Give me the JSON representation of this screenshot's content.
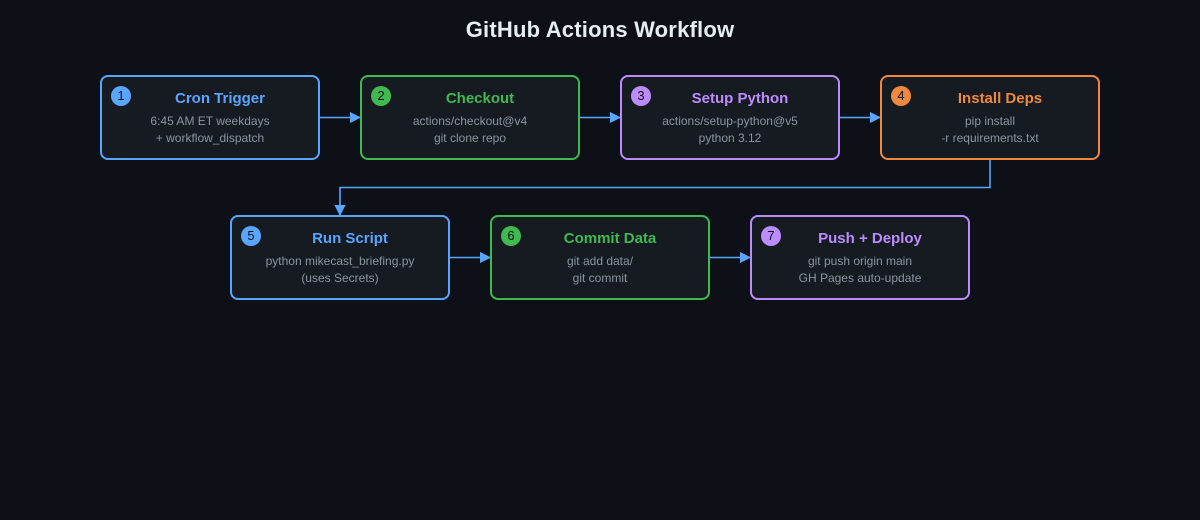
{
  "title": "GitHub Actions Workflow",
  "colors": {
    "background": "#0d1117",
    "node_fill": "#161b22",
    "blue": "#58a6ff",
    "green": "#3fb950",
    "purple": "#bc8cff",
    "orange": "#f0883e",
    "subtext": "#8b949e",
    "title": "#e6edf3"
  },
  "steps": [
    {
      "number": "1",
      "title": "Cron Trigger",
      "lines": [
        "6:45 AM ET weekdays",
        "+ workflow_dispatch"
      ],
      "color": "blue"
    },
    {
      "number": "2",
      "title": "Checkout",
      "lines": [
        "actions/checkout@v4",
        "git clone repo"
      ],
      "color": "green"
    },
    {
      "number": "3",
      "title": "Setup Python",
      "lines": [
        "actions/setup-python@v5",
        "python 3.12"
      ],
      "color": "purple"
    },
    {
      "number": "4",
      "title": "Install Deps",
      "lines": [
        "pip install",
        "-r requirements.txt"
      ],
      "color": "orange"
    },
    {
      "number": "5",
      "title": "Run Script",
      "lines": [
        "python mikecast_briefing.py",
        "(uses Secrets)"
      ],
      "color": "blue"
    },
    {
      "number": "6",
      "title": "Commit Data",
      "lines": [
        "git add data/",
        "git commit"
      ],
      "color": "green"
    },
    {
      "number": "7",
      "title": "Push + Deploy",
      "lines": [
        "git push origin main",
        "GH Pages auto-update"
      ],
      "color": "purple"
    }
  ],
  "edges": [
    {
      "from": "1",
      "to": "2"
    },
    {
      "from": "2",
      "to": "3"
    },
    {
      "from": "3",
      "to": "4"
    },
    {
      "from": "4",
      "to": "5"
    },
    {
      "from": "5",
      "to": "6"
    },
    {
      "from": "6",
      "to": "7"
    }
  ]
}
